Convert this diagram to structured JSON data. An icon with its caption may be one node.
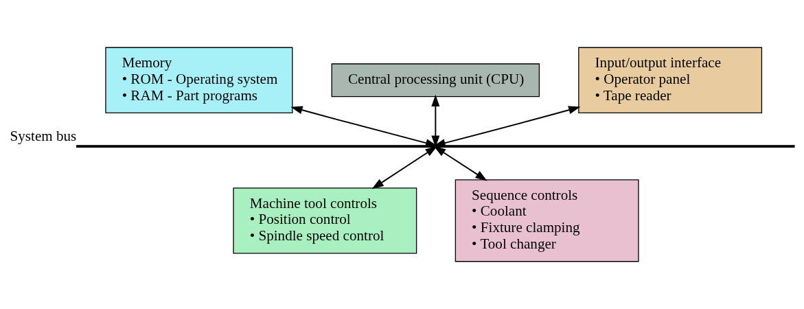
{
  "diagram": {
    "nodes": [
      {
        "text": [
          "Memory",
          "• ROM - Operating system",
          "• RAM - Part programs"
        ]
      },
      {
        "text": [
          "Central processing unit (CPU)"
        ]
      },
      {
        "text": [
          "Input/output interface",
          "• Operator panel",
          "• Tape reader"
        ]
      },
      {
        "text": [],
        "shape": "bar",
        "beside": [
          "System bus"
        ]
      },
      {
        "text": [
          "Machine tool controls",
          "• Position control",
          "• Spindle speed control"
        ]
      },
      {
        "text": [
          "Sequence controls",
          "• Coolant",
          "• Fixture clamping",
          "• Tool changer"
        ]
      }
    ],
    "edges": [
      {
        "from": 0,
        "to": 3,
        "arrow": "both"
      },
      {
        "from": 1,
        "to": 3,
        "arrow": "both"
      },
      {
        "from": 2,
        "to": 3,
        "arrow": "both"
      },
      {
        "from": 3,
        "to": 4,
        "arrow": "both"
      },
      {
        "from": 3,
        "to": 5,
        "arrow": "both"
      }
    ]
  }
}
